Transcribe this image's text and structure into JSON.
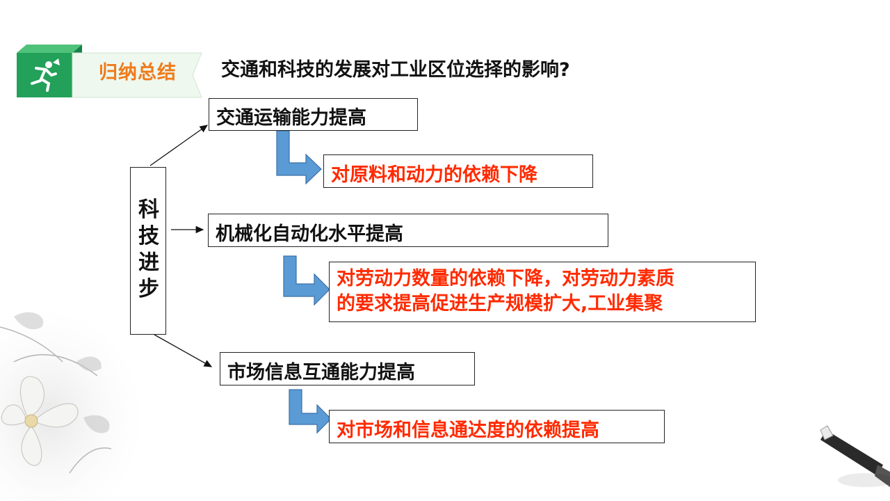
{
  "header": {
    "badge_label": "归纳总结",
    "title": "交通和科技的发展对工业区位选择的影响?"
  },
  "diagram": {
    "source": "科\n技\n进\n步",
    "branches": [
      {
        "cause": "交通运输能力提高",
        "effect": "对原料和动力的依赖下降"
      },
      {
        "cause": "机械化自动化水平提高",
        "effect_line1": "对劳动力数量的依赖下降，对劳动力素质",
        "effect_line2": "的要求提高促进生产规模扩大,工业集聚"
      },
      {
        "cause": "市场信息互通能力提高",
        "effect": "对市场和信息通达度的依赖提高"
      }
    ]
  },
  "colors": {
    "accent_orange": "#f07a1a",
    "badge_green": "#23a05a",
    "effect_red": "#ff2a00",
    "arrow_blue": "#5b9bd5"
  },
  "icons": [
    "runner-icon",
    "brush-icon",
    "flower-decoration"
  ]
}
